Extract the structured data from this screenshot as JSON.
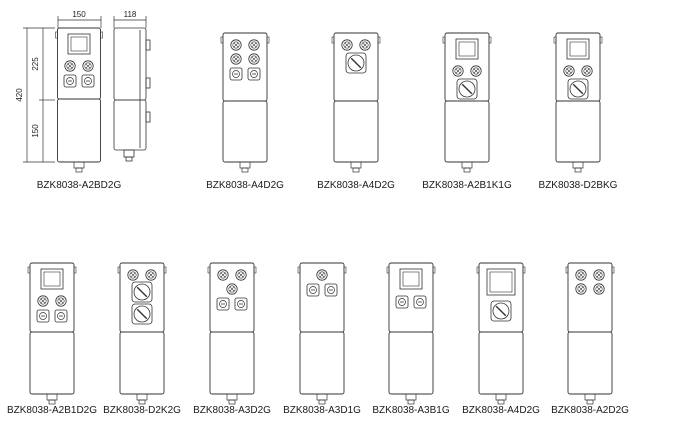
{
  "dimensions": {
    "width": "150",
    "side_width": "118",
    "total_height": "420",
    "upper_height": "225",
    "lower_height": "150"
  },
  "models": [
    {
      "label": "BZK8038-A2BD2G",
      "window": "square",
      "lamps": 2,
      "switches": 2
    },
    {
      "label": "BZK8038-A4D2G",
      "window": "none",
      "lamps": 4,
      "switches": 2
    },
    {
      "label": "BZK8038-A4D2G",
      "window": "none",
      "lamps": 2,
      "selector": "single"
    },
    {
      "label": "BZK8038-A2B1K1G",
      "window": "square",
      "lamps": 2,
      "selector": "single"
    },
    {
      "label": "BZK8038-D2BKG",
      "window": "square",
      "lamps": 2,
      "selector": "single"
    },
    {
      "label": "BZK8038-A2B1D2G",
      "window": "square",
      "lamps": 2,
      "switches": 2
    },
    {
      "label": "BZK8038-D2K2G",
      "window": "none",
      "lamps": 2,
      "selector": "double"
    },
    {
      "label": "BZK8038-A3D2G",
      "window": "none",
      "lamps": 3,
      "switches": 2
    },
    {
      "label": "BZK8038-A3D1G",
      "window": "none",
      "lamps": 1,
      "switches": 2
    },
    {
      "label": "BZK8038-A3B1G",
      "window": "square",
      "lamps": 0,
      "switches": 2
    },
    {
      "label": "BZK8038-A4D2G",
      "window": "large",
      "lamps": 0,
      "selector": "single"
    },
    {
      "label": "BZK8038-A2D2G",
      "window": "none",
      "lamps": 4,
      "switches": 0
    }
  ],
  "colors": {
    "line": "#333333",
    "text": "#1a1a1a"
  }
}
